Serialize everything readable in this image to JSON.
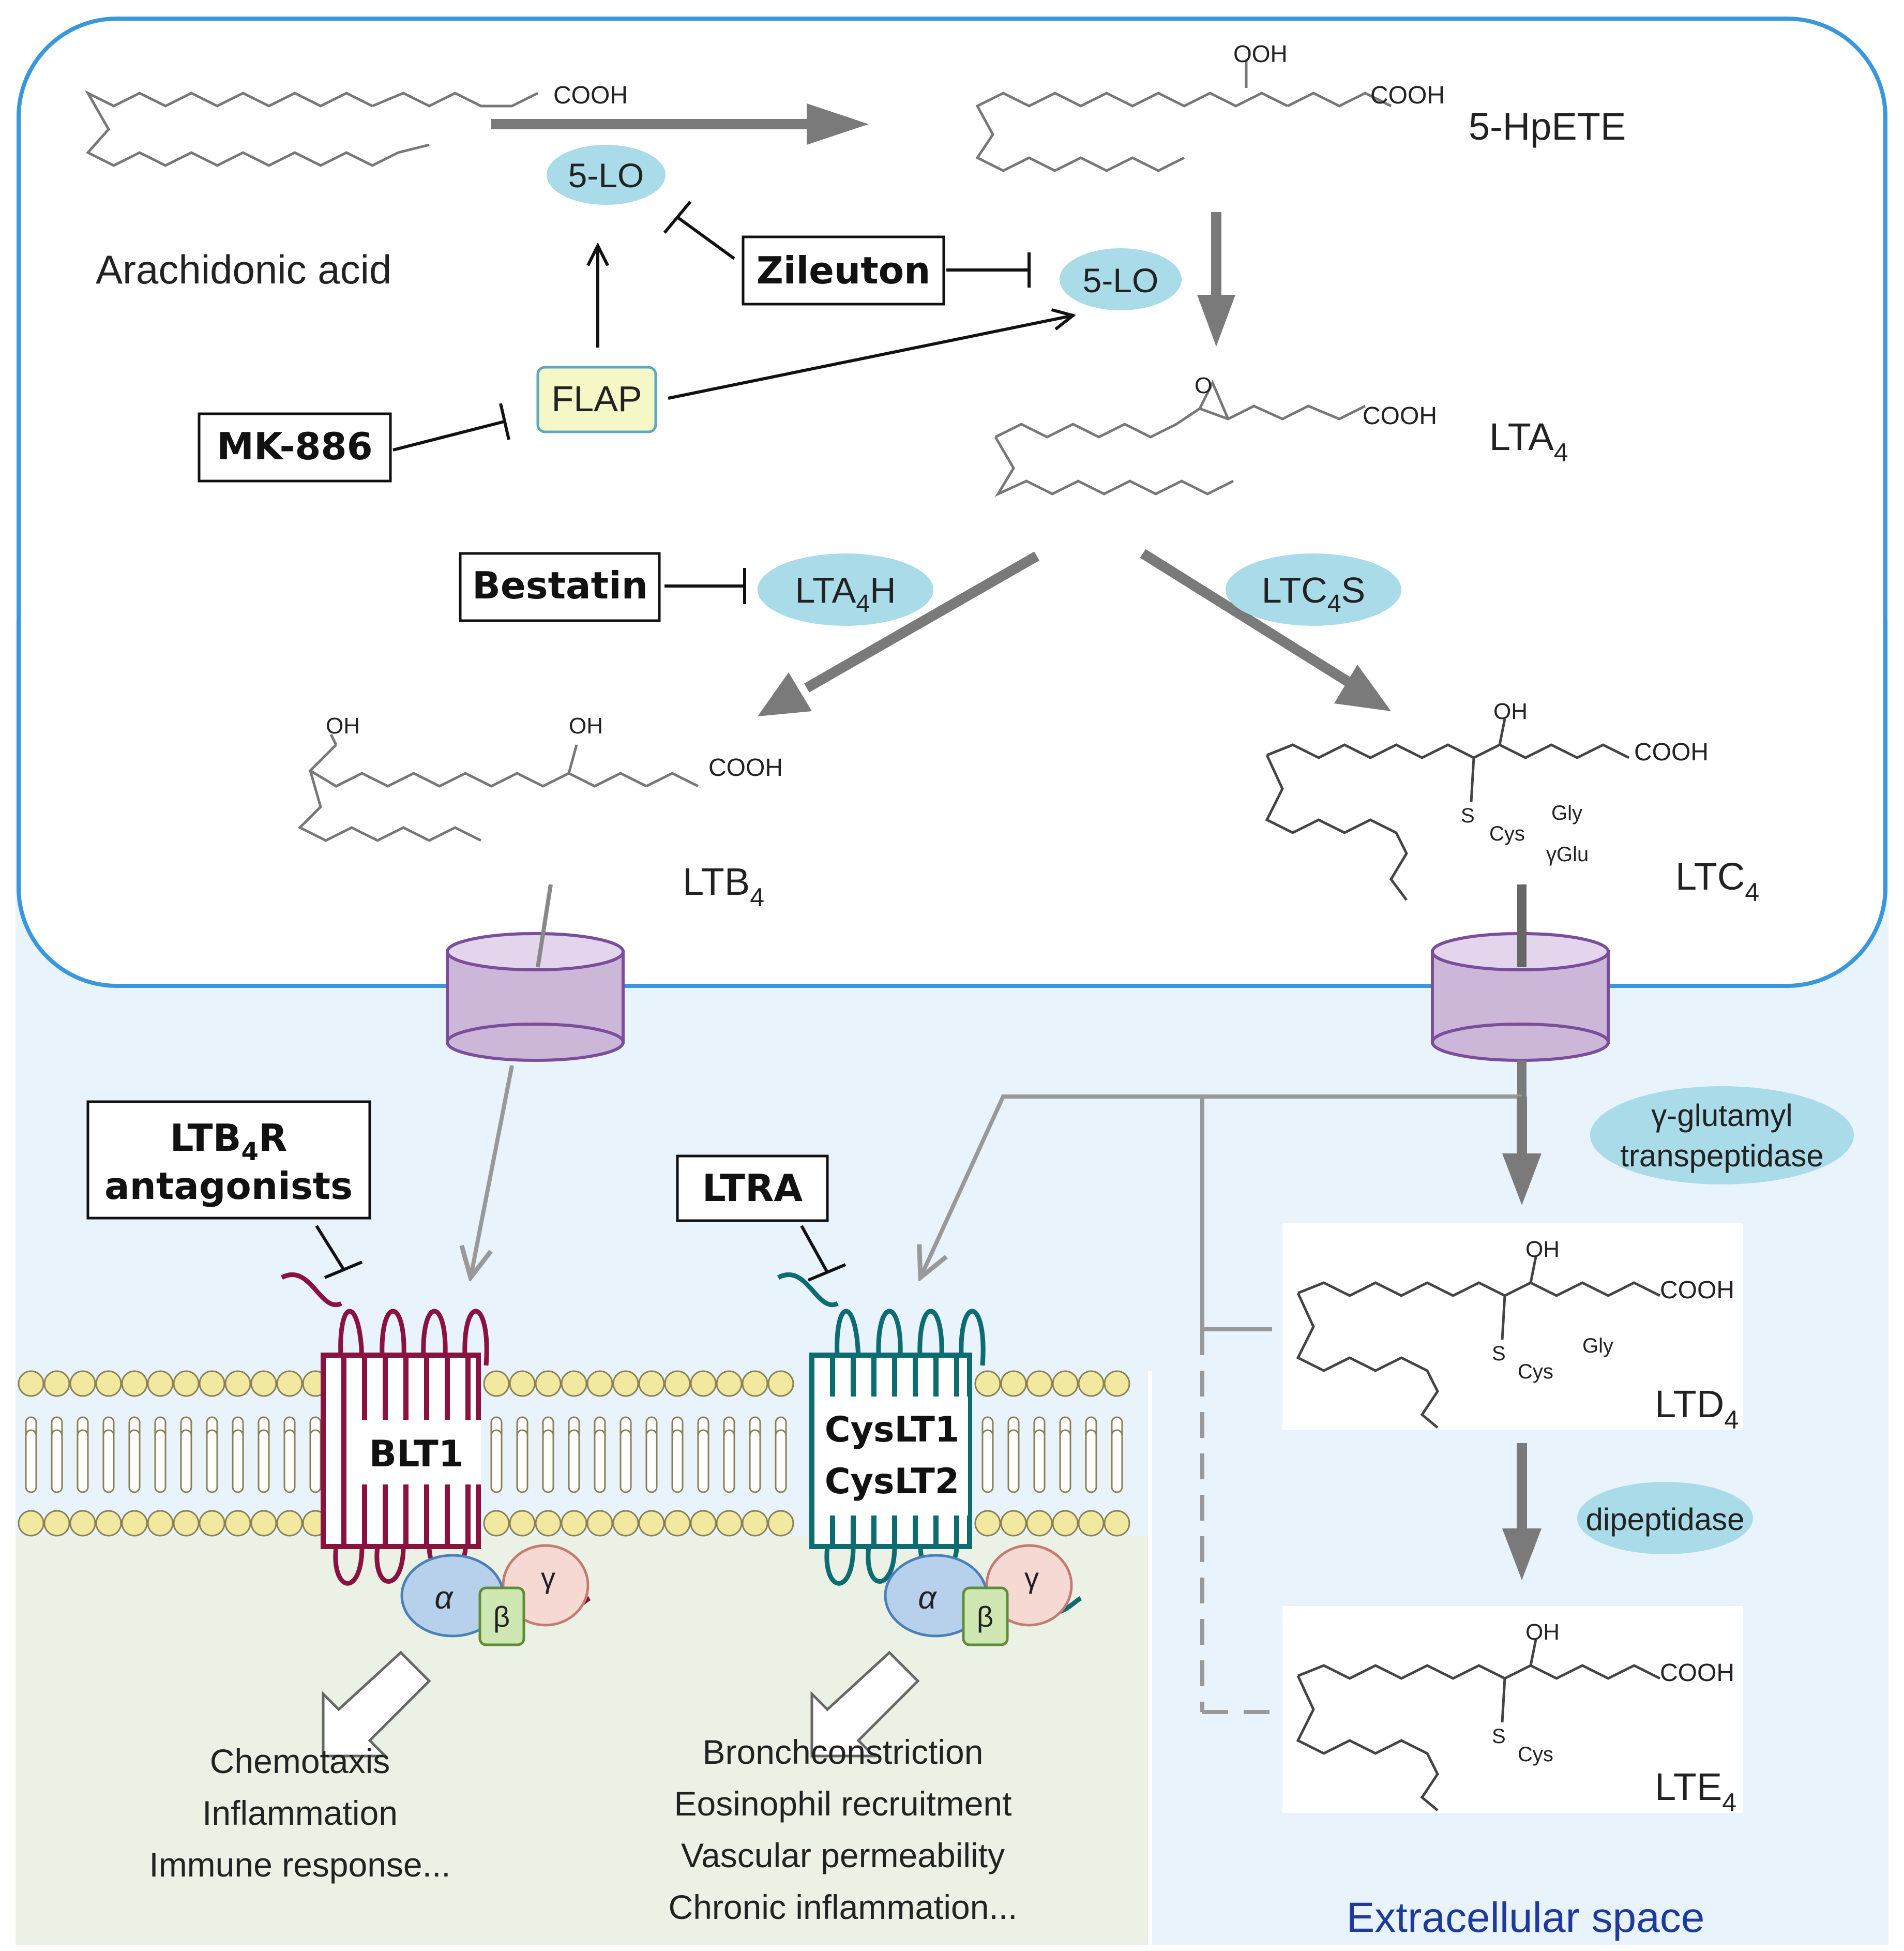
{
  "compounds": {
    "arachidonic_acid": "Arachidonic acid",
    "hpete": "5-HpETE",
    "lta4": {
      "base": "LTA",
      "sub": "4"
    },
    "ltb4": {
      "base": "LTB",
      "sub": "4"
    },
    "ltc4": {
      "base": "LTC",
      "sub": "4"
    },
    "ltd4": {
      "base": "LTD",
      "sub": "4"
    },
    "lte4": {
      "base": "LTE",
      "sub": "4"
    }
  },
  "chem_groups": {
    "cooh": "COOH",
    "ooh": "OOH",
    "oh": "OH",
    "o": "O",
    "s": "S",
    "cys": "Cys",
    "gly": "Gly",
    "glu": "γGlu"
  },
  "enzymes": {
    "five_lo": "5-LO",
    "flap": "FLAP",
    "lta4h": {
      "pre": "LTA",
      "sub": "4",
      "post": "H"
    },
    "ltc4s": {
      "pre": "LTC",
      "sub": "4",
      "post": "S"
    },
    "ggt": [
      "γ-glutamyl",
      "transpeptidase"
    ],
    "dipeptidase": "dipeptidase"
  },
  "inhibitors": {
    "zileuton": "Zileuton",
    "mk886": "MK-886",
    "bestatin": "Bestatin",
    "ltb4r": {
      "line1_pre": "LTB",
      "line1_sub": "4",
      "line1_post": "R",
      "line2": "antagonists"
    },
    "ltra": "LTRA"
  },
  "receptors": {
    "blt1": "BLT1",
    "cyslt1": "CysLT1",
    "cyslt2": "CysLT2",
    "g_alpha": "α",
    "g_beta": "β",
    "g_gamma": "γ"
  },
  "effects": {
    "blt1": [
      "Chemotaxis",
      "Inflammation",
      "Immune response..."
    ],
    "cyslt": [
      "Bronchconstriction",
      "Eosinophil recruitment",
      "Vascular permeability",
      "Chronic inflammation..."
    ]
  },
  "regions": {
    "extracellular": "Extracellular space"
  },
  "colors": {
    "cell_border": "#3a97dc",
    "extracellular_bg": "#e8f3fc",
    "cytoplasm_bg": "#ebf1e4",
    "enzyme_fill": "#a9dbe8",
    "flap_fill": "#f6f7c6",
    "transporter_fill": "#ccb7d9",
    "transporter_stroke": "#7a4e9b",
    "blt1_color": "#8a1240",
    "cyslt_color": "#0c6c72",
    "lipid_head": "#f2e9a0",
    "arrow_gray": "#7a7a7a",
    "region_text": "#1f3a9c"
  }
}
